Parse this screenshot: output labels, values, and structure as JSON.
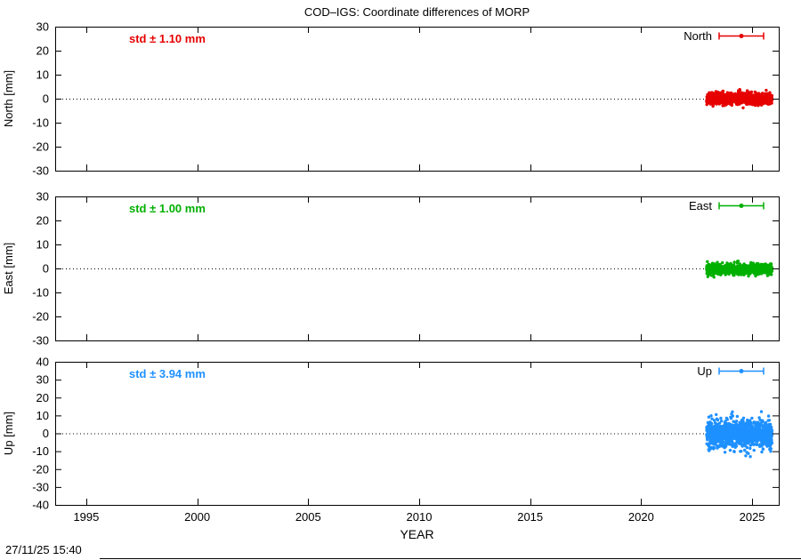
{
  "title": "COD–IGS: Coordinate differences of MORP",
  "timestamp": "27/11/25 15:40",
  "axes": {
    "xlabel": "YEAR",
    "xlim": [
      1993.6,
      2026.2
    ],
    "xticks": [
      1995,
      2000,
      2005,
      2010,
      2015,
      2020,
      2025
    ]
  },
  "chart_data": [
    {
      "type": "scatter",
      "name": "North",
      "ylabel": "North [mm]",
      "ylim": [
        -30,
        30
      ],
      "ytick_step": 10,
      "color": "#e60000",
      "std_label": "std ± 1.10 mm",
      "legend_label": "North",
      "zero_line": true,
      "series": {
        "x_start": 2022.95,
        "x_end": 2025.9,
        "n": 1065,
        "mean": 0.0,
        "std": 1.1,
        "seed": 11
      }
    },
    {
      "type": "scatter",
      "name": "East",
      "ylabel": "East [mm]",
      "ylim": [
        -30,
        30
      ],
      "ytick_step": 10,
      "color": "#00b000",
      "std_label": "std ± 1.00 mm",
      "legend_label": "East",
      "zero_line": true,
      "series": {
        "x_start": 2022.95,
        "x_end": 2025.9,
        "n": 1065,
        "mean": -0.3,
        "std": 1.0,
        "seed": 22
      }
    },
    {
      "type": "scatter",
      "name": "Up",
      "ylabel": "Up [mm]",
      "ylim": [
        -40,
        40
      ],
      "ytick_step": 10,
      "color": "#1e90ff",
      "std_label": "std ± 3.94 mm",
      "legend_label": "Up",
      "zero_line": true,
      "series": {
        "x_start": 2022.95,
        "x_end": 2025.9,
        "n": 1065,
        "mean": -0.5,
        "std": 3.94,
        "seed": 33
      }
    }
  ]
}
